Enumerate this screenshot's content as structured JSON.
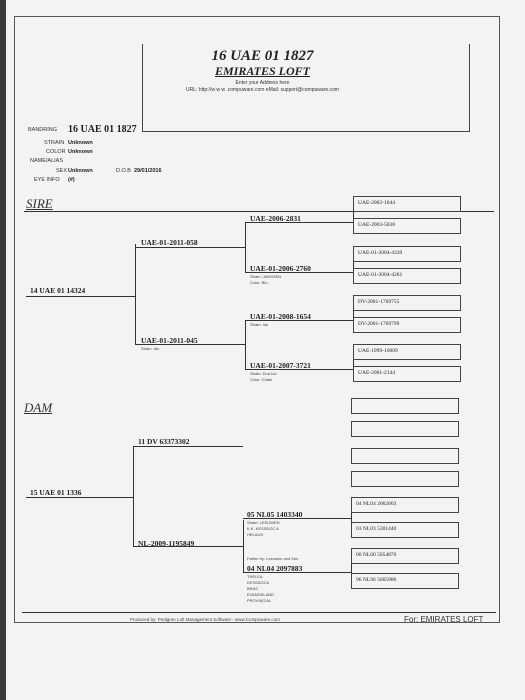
{
  "header": {
    "title": "16 UAE 01 1827",
    "loft": "EMIRATES LOFT",
    "address_hint": "Enter your Address here",
    "url_line": "URL: http://w w w .compuware.com  eMail: support@compuware.com"
  },
  "bird": {
    "bandring_label": "BANDRING",
    "bandring_value": "16 UAE 01 1827",
    "strain_label": "STRAIN",
    "strain_value": "Unknown",
    "color_label": "COLOR",
    "color_value": "Unknown",
    "namealias_label": "NAME/ALIAS",
    "sex_label": "SEX",
    "sex_value": "Unknown",
    "dob_label": "D.O.B",
    "dob_value": "29/01/2016",
    "eyeinfo_label": "EYE INFO",
    "eyeinfo_value": "(#)"
  },
  "sections": {
    "sire": "SIRE",
    "dam": "DAM"
  },
  "pedigree": {
    "sire": "14 UAE 01 14324",
    "dam": "15 UAE 01 1336",
    "ss": "UAE-01-2011-058",
    "sd": "UAE-01-2011-045",
    "sd_detail": "Strain: Idu",
    "ds": "11 DV 63373302",
    "dd": "NL-2009-1195849",
    "sss": "UAE-2006-2831",
    "ssd": "UAE-01-2006-2760",
    "ssd_strain": "Strain: JANSSEN",
    "ssd_color": "Color: Blu",
    "sds": "UAE-01-2008-1654",
    "sds_detail": "Strain: Idu",
    "sdd": "UAE-01-2007-3721",
    "sdd_strain": "Strain: Dna Idu",
    "sdd_color": "Color: Chalk",
    "dds": "05 NL05 1403340",
    "dds_detail1": "Strain: LEEUWEN",
    "dds_detail2": "K.K. KESSDOC A",
    "dds_detail3": "HELAUS",
    "ddd": "04 NL04 2097883",
    "ddd_pre": "Father by: Leeuwen and Son",
    "ddd_detail1": "THELEA",
    "ddd_detail2": "KESSDOCA",
    "ddd_detail3": "BRAS",
    "ddd_detail4": "EVANGELAND",
    "ddd_detail5": "PROVINCIAL",
    "gg": [
      "UAE-2002-1044",
      "UAE-2003-5638",
      "UAE-01-2004-4339",
      "UAE-01-2004-4281",
      "DV-2001-1769755",
      "DV-2001-1769799",
      "UAE-1999-10009",
      "UAE-2001-2144",
      "",
      "",
      "",
      "",
      "04 NL04 2062003",
      "03 NL03 5301440",
      "00 NL00 5054870",
      "96 NL96 5665986"
    ]
  },
  "footer": {
    "produced_by": "Produced by: Pedigree Loft Management Software - www.Compuware.com",
    "for_label": "For: EMIRATES LOFT"
  }
}
